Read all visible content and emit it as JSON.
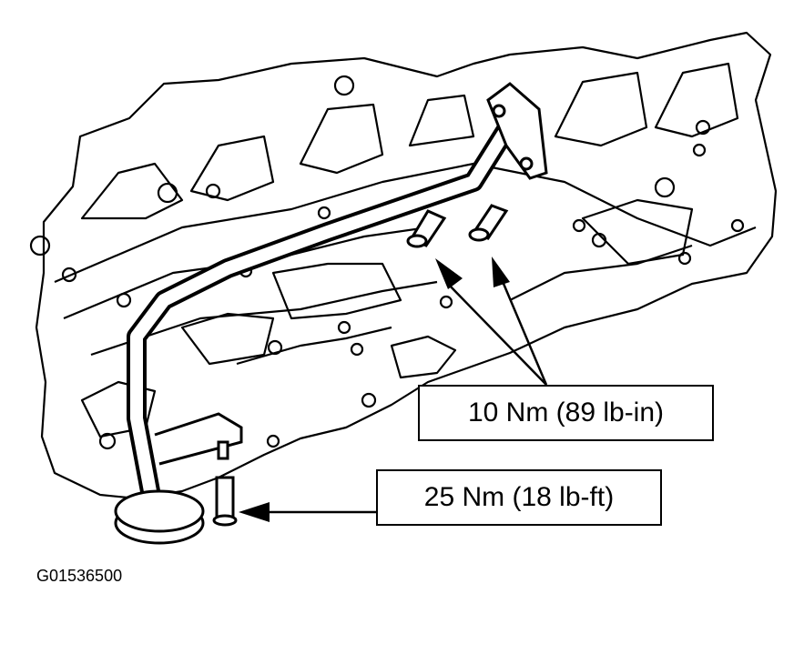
{
  "callouts": {
    "upper_bolts": "10 Nm (89 lb-in)",
    "lower_bolt": "25 Nm (18 lb-ft)"
  },
  "figure_id": "G01536500",
  "colors": {
    "ink": "#000000",
    "paper": "#ffffff"
  }
}
